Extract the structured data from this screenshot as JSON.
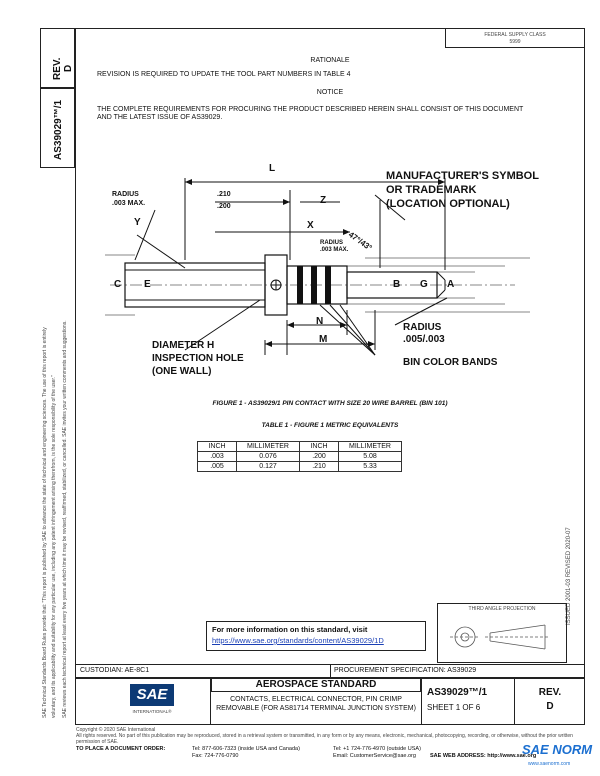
{
  "header": {
    "corner_note_line1": "FEDERAL SUPPLY CLASS",
    "corner_note_line2": "5999",
    "rev_label": "REV.",
    "rev_value": "D",
    "doc_number_side": "AS39029™/1"
  },
  "rationale": {
    "title": "RATIONALE",
    "text": "REVISION IS REQUIRED TO UPDATE THE TOOL PART NUMBERS IN TABLE 4"
  },
  "notice": {
    "title": "NOTICE",
    "text": "THE COMPLETE REQUIREMENTS FOR PROCURING THE PRODUCT DESCRIBED HEREIN SHALL CONSIST OF THIS DOCUMENT AND THE LATEST ISSUE OF AS39029."
  },
  "figure": {
    "labels": {
      "L": "L",
      "Z": "Z",
      "X": "X",
      "Y": "Y",
      "C": "C",
      "E": "E",
      "B": "B",
      "G": "G",
      "A": "A",
      "N": "N",
      "M": "M",
      "radius_left": "RADIUS\n.003 MAX.",
      "dim_210": ".210",
      "dim_200": ".200",
      "radius_small": "RADIUS\n.003 MAX.",
      "angle": "47°/43°",
      "manufacturer": "MANUFACTURER'S SYMBOL\nOR TRADEMARK\n(LOCATION OPTIONAL)",
      "radius_right": "RADIUS\n.005/.003",
      "bin_bands": "BIN COLOR BANDS",
      "inspection": "DIAMETER H\nINSPECTION HOLE\n(ONE WALL)"
    },
    "caption": "FIGURE 1 - AS39029/1 PIN CONTACT WITH SIZE 20 WIRE BARREL (BIN 101)"
  },
  "table1": {
    "caption": "TABLE 1 - FIGURE 1 METRIC EQUIVALENTS",
    "headers": [
      "INCH",
      "MILLIMETER",
      "INCH",
      "MILLIMETER"
    ],
    "rows": [
      [
        ".003",
        "0.076",
        ".200",
        "5.08"
      ],
      [
        ".005",
        "0.127",
        ".210",
        "5.33"
      ]
    ]
  },
  "left_margin": {
    "line1": "SAE Technical Standards Board Rules provide that: \"This report is published by SAE to advance the state of technical and engineering sciences. The use of this report is entirely",
    "line2": "voluntary, and its applicability and suitability for any particular use, including any patent infringement arising therefrom, is the sole responsibility of the user.\"",
    "line3": "SAE reviews each technical report at least every five years at which time it may be revised, reaffirmed, stabilized, or cancelled. SAE invites your written comments and suggestions."
  },
  "right_margin": {
    "dates": "ISSUED 2001-03     REVISED 2020-07"
  },
  "third_angle": "THIRD ANGLE PROJECTION",
  "more_info": {
    "text": "For more information on this standard, visit",
    "url": "https://www.sae.org/standards/content/AS39029/1D"
  },
  "custodian": "CUSTODIAN: AE-8C1",
  "procurement": "PROCUREMENT SPECIFICATION: AS39029",
  "title_block": {
    "logo_text": "SAE",
    "logo_sub": "INTERNATIONAL®",
    "standard": "AEROSPACE STANDARD",
    "doc_number": "AS39029™/1",
    "sheet": "SHEET 1 OF 6",
    "rev_label": "REV.",
    "rev_value": "D",
    "description": "CONTACTS, ELECTRICAL CONNECTOR, PIN CRIMP REMOVABLE (FOR AS81714 TERMINAL JUNCTION SYSTEM)"
  },
  "footer": {
    "copyright": "Copyright © 2020 SAE International",
    "rights": "All rights reserved. No part of this publication may be reproduced, stored in a retrieval system or transmitted, in any form or by any means, electronic, mechanical, photocopying, recording, or otherwise, without the prior written permission of SAE.",
    "order": "TO PLACE A DOCUMENT ORDER:",
    "tel": "Tel:  877-606-7323 (inside USA and Canada)",
    "tel_intl": "Tel:  +1 724-776-4970 (outside USA)",
    "fax": "Fax:  724-776-0790",
    "email": "Email: CustomerService@sae.org",
    "web": "SAE WEB ADDRESS:  http://www.sae.org",
    "watermark": "SAE NORM",
    "watermark_url": "www.saenorm.com"
  }
}
